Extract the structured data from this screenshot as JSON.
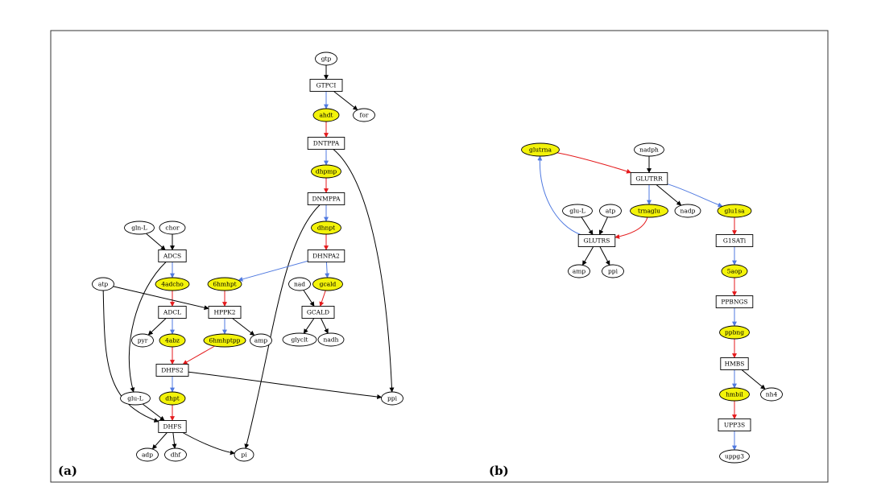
{
  "colors": {
    "metabolite_fill": "#ffffff",
    "highlight_fill": "#f3f30a",
    "red_edge": "#e41a1c",
    "blue_edge": "#4f79e0",
    "black_edge": "#000000"
  },
  "panels": [
    {
      "label": "(a)",
      "nodes": [
        {
          "id": "gtp",
          "label": "gtp",
          "shape": "ellipse",
          "hl": false
        },
        {
          "id": "GTPCI",
          "label": "GTPCI",
          "shape": "rect",
          "hl": false
        },
        {
          "id": "ahdt",
          "label": "ahdt",
          "shape": "ellipse",
          "hl": true
        },
        {
          "id": "for",
          "label": "for",
          "shape": "ellipse",
          "hl": false
        },
        {
          "id": "DNTPPA",
          "label": "DNTPPA",
          "shape": "rect",
          "hl": false
        },
        {
          "id": "dhpmp",
          "label": "dhpmp",
          "shape": "ellipse",
          "hl": true
        },
        {
          "id": "DNMPPA",
          "label": "DNMPPA",
          "shape": "rect",
          "hl": false
        },
        {
          "id": "dhnpt",
          "label": "dhnpt",
          "shape": "ellipse",
          "hl": true
        },
        {
          "id": "DHNPA2",
          "label": "DHNPA2",
          "shape": "rect",
          "hl": false
        },
        {
          "id": "nad",
          "label": "nad",
          "shape": "ellipse",
          "hl": false
        },
        {
          "id": "gcald",
          "label": "gcald",
          "shape": "ellipse",
          "hl": true
        },
        {
          "id": "GCALD",
          "label": "GCALD",
          "shape": "rect",
          "hl": false
        },
        {
          "id": "glyclt",
          "label": "glyclt",
          "shape": "ellipse",
          "hl": false
        },
        {
          "id": "nadh",
          "label": "nadh",
          "shape": "ellipse",
          "hl": false
        },
        {
          "id": "glnL",
          "label": "gln-L",
          "shape": "ellipse",
          "hl": false
        },
        {
          "id": "chor",
          "label": "chor",
          "shape": "ellipse",
          "hl": false
        },
        {
          "id": "ADCS",
          "label": "ADCS",
          "shape": "rect",
          "hl": false
        },
        {
          "id": "4adcho",
          "label": "4adcho",
          "shape": "ellipse",
          "hl": true
        },
        {
          "id": "atp_a",
          "label": "atp",
          "shape": "ellipse",
          "hl": false
        },
        {
          "id": "6hmhpt",
          "label": "6hmhpt",
          "shape": "ellipse",
          "hl": true
        },
        {
          "id": "ADCL",
          "label": "ADCL",
          "shape": "rect",
          "hl": false
        },
        {
          "id": "HPPK2",
          "label": "HPPK2",
          "shape": "rect",
          "hl": false
        },
        {
          "id": "pyr",
          "label": "pyr",
          "shape": "ellipse",
          "hl": false
        },
        {
          "id": "4abz",
          "label": "4abz",
          "shape": "ellipse",
          "hl": true
        },
        {
          "id": "6hmhptpp",
          "label": "6hmhptpp",
          "shape": "ellipse",
          "hl": true
        },
        {
          "id": "amp_a",
          "label": "amp",
          "shape": "ellipse",
          "hl": false
        },
        {
          "id": "DHPS2",
          "label": "DHPS2",
          "shape": "rect",
          "hl": false
        },
        {
          "id": "dhpt",
          "label": "dhpt",
          "shape": "ellipse",
          "hl": true
        },
        {
          "id": "gluL_a",
          "label": "glu-L",
          "shape": "ellipse",
          "hl": false
        },
        {
          "id": "ppi_a",
          "label": "ppi",
          "shape": "ellipse",
          "hl": false
        },
        {
          "id": "DHFS",
          "label": "DHFS",
          "shape": "rect",
          "hl": false
        },
        {
          "id": "adp",
          "label": "adp",
          "shape": "ellipse",
          "hl": false
        },
        {
          "id": "dhf",
          "label": "dhf",
          "shape": "ellipse",
          "hl": false
        },
        {
          "id": "pi",
          "label": "pi",
          "shape": "ellipse",
          "hl": false
        }
      ]
    },
    {
      "label": "(b)",
      "nodes": [
        {
          "id": "glutrna",
          "label": "glutrna",
          "shape": "ellipse",
          "hl": true
        },
        {
          "id": "nadph",
          "label": "nadph",
          "shape": "ellipse",
          "hl": false
        },
        {
          "id": "GLUTRR",
          "label": "GLUTRR",
          "shape": "rect",
          "hl": false
        },
        {
          "id": "gluL_b",
          "label": "glu-L",
          "shape": "ellipse",
          "hl": false
        },
        {
          "id": "atp_b",
          "label": "atp",
          "shape": "ellipse",
          "hl": false
        },
        {
          "id": "trnaglu",
          "label": "trnaglu",
          "shape": "ellipse",
          "hl": true
        },
        {
          "id": "nadp",
          "label": "nadp",
          "shape": "ellipse",
          "hl": false
        },
        {
          "id": "glu1sa",
          "label": "glu1sa",
          "shape": "ellipse",
          "hl": true
        },
        {
          "id": "GLUTRS",
          "label": "GLUTRS",
          "shape": "rect",
          "hl": false
        },
        {
          "id": "G1SATi",
          "label": "G1SATi",
          "shape": "rect",
          "hl": false
        },
        {
          "id": "amp_b",
          "label": "amp",
          "shape": "ellipse",
          "hl": false
        },
        {
          "id": "ppi_b",
          "label": "ppi",
          "shape": "ellipse",
          "hl": false
        },
        {
          "id": "5aop",
          "label": "5aop",
          "shape": "ellipse",
          "hl": true
        },
        {
          "id": "PPBNGS",
          "label": "PPBNGS",
          "shape": "rect",
          "hl": false
        },
        {
          "id": "ppbng",
          "label": "ppbng",
          "shape": "ellipse",
          "hl": true
        },
        {
          "id": "HMBS",
          "label": "HMBS",
          "shape": "rect",
          "hl": false
        },
        {
          "id": "nh4",
          "label": "nh4",
          "shape": "ellipse",
          "hl": false
        },
        {
          "id": "hmbil",
          "label": "hmbil",
          "shape": "ellipse",
          "hl": true
        },
        {
          "id": "UPP3S",
          "label": "UPP3S",
          "shape": "rect",
          "hl": false
        },
        {
          "id": "uppg3",
          "label": "uppg3",
          "shape": "ellipse",
          "hl": false
        }
      ]
    }
  ],
  "edges": [
    {
      "from": "gtp",
      "to": "GTPCI",
      "color": "black"
    },
    {
      "from": "GTPCI",
      "to": "ahdt",
      "color": "blue"
    },
    {
      "from": "GTPCI",
      "to": "for",
      "color": "black"
    },
    {
      "from": "ahdt",
      "to": "DNTPPA",
      "color": "red"
    },
    {
      "from": "DNTPPA",
      "to": "dhpmp",
      "color": "blue"
    },
    {
      "from": "DNTPPA",
      "to": "ppi_a",
      "color": "black"
    },
    {
      "from": "dhpmp",
      "to": "DNMPPA",
      "color": "red"
    },
    {
      "from": "DNMPPA",
      "to": "dhnpt",
      "color": "blue"
    },
    {
      "from": "DNMPPA",
      "to": "pi",
      "color": "black"
    },
    {
      "from": "dhnpt",
      "to": "DHNPA2",
      "color": "red"
    },
    {
      "from": "DHNPA2",
      "to": "gcald",
      "color": "blue"
    },
    {
      "from": "DHNPA2",
      "to": "6hmhpt",
      "color": "blue"
    },
    {
      "from": "nad",
      "to": "GCALD",
      "color": "black"
    },
    {
      "from": "gcald",
      "to": "GCALD",
      "color": "red"
    },
    {
      "from": "GCALD",
      "to": "glyclt",
      "color": "black"
    },
    {
      "from": "GCALD",
      "to": "nadh",
      "color": "black"
    },
    {
      "from": "glnL",
      "to": "ADCS",
      "color": "black"
    },
    {
      "from": "chor",
      "to": "ADCS",
      "color": "black"
    },
    {
      "from": "ADCS",
      "to": "4adcho",
      "color": "blue"
    },
    {
      "from": "ADCS",
      "to": "gluL_a",
      "color": "black"
    },
    {
      "from": "4adcho",
      "to": "ADCL",
      "color": "red"
    },
    {
      "from": "atp_a",
      "to": "HPPK2",
      "color": "black"
    },
    {
      "from": "atp_a",
      "to": "DHFS",
      "color": "black"
    },
    {
      "from": "6hmhpt",
      "to": "HPPK2",
      "color": "red"
    },
    {
      "from": "ADCL",
      "to": "pyr",
      "color": "black"
    },
    {
      "from": "ADCL",
      "to": "4abz",
      "color": "blue"
    },
    {
      "from": "HPPK2",
      "to": "6hmhptpp",
      "color": "blue"
    },
    {
      "from": "HPPK2",
      "to": "amp_a",
      "color": "black"
    },
    {
      "from": "4abz",
      "to": "DHPS2",
      "color": "red"
    },
    {
      "from": "6hmhptpp",
      "to": "DHPS2",
      "color": "red"
    },
    {
      "from": "DHPS2",
      "to": "dhpt",
      "color": "blue"
    },
    {
      "from": "DHPS2",
      "to": "ppi_a",
      "color": "black"
    },
    {
      "from": "dhpt",
      "to": "DHFS",
      "color": "red"
    },
    {
      "from": "gluL_a",
      "to": "DHFS",
      "color": "black"
    },
    {
      "from": "DHFS",
      "to": "adp",
      "color": "black"
    },
    {
      "from": "DHFS",
      "to": "dhf",
      "color": "black"
    },
    {
      "from": "DHFS",
      "to": "pi",
      "color": "black"
    },
    {
      "from": "glutrna",
      "to": "GLUTRR",
      "color": "red"
    },
    {
      "from": "nadph",
      "to": "GLUTRR",
      "color": "black"
    },
    {
      "from": "GLUTRR",
      "to": "trnaglu",
      "color": "blue"
    },
    {
      "from": "GLUTRR",
      "to": "nadp",
      "color": "black"
    },
    {
      "from": "GLUTRR",
      "to": "glu1sa",
      "color": "blue"
    },
    {
      "from": "gluL_b",
      "to": "GLUTRS",
      "color": "black"
    },
    {
      "from": "atp_b",
      "to": "GLUTRS",
      "color": "black"
    },
    {
      "from": "trnaglu",
      "to": "GLUTRS",
      "color": "red"
    },
    {
      "from": "GLUTRS",
      "to": "glutrna",
      "color": "blue"
    },
    {
      "from": "GLUTRS",
      "to": "amp_b",
      "color": "black"
    },
    {
      "from": "GLUTRS",
      "to": "ppi_b",
      "color": "black"
    },
    {
      "from": "glu1sa",
      "to": "G1SATi",
      "color": "red"
    },
    {
      "from": "G1SATi",
      "to": "5aop",
      "color": "blue"
    },
    {
      "from": "5aop",
      "to": "PPBNGS",
      "color": "red"
    },
    {
      "from": "PPBNGS",
      "to": "ppbng",
      "color": "blue"
    },
    {
      "from": "ppbng",
      "to": "HMBS",
      "color": "red"
    },
    {
      "from": "HMBS",
      "to": "hmbil",
      "color": "blue"
    },
    {
      "from": "HMBS",
      "to": "nh4",
      "color": "black"
    },
    {
      "from": "hmbil",
      "to": "UPP3S",
      "color": "red"
    },
    {
      "from": "UPP3S",
      "to": "uppg3",
      "color": "blue"
    }
  ]
}
